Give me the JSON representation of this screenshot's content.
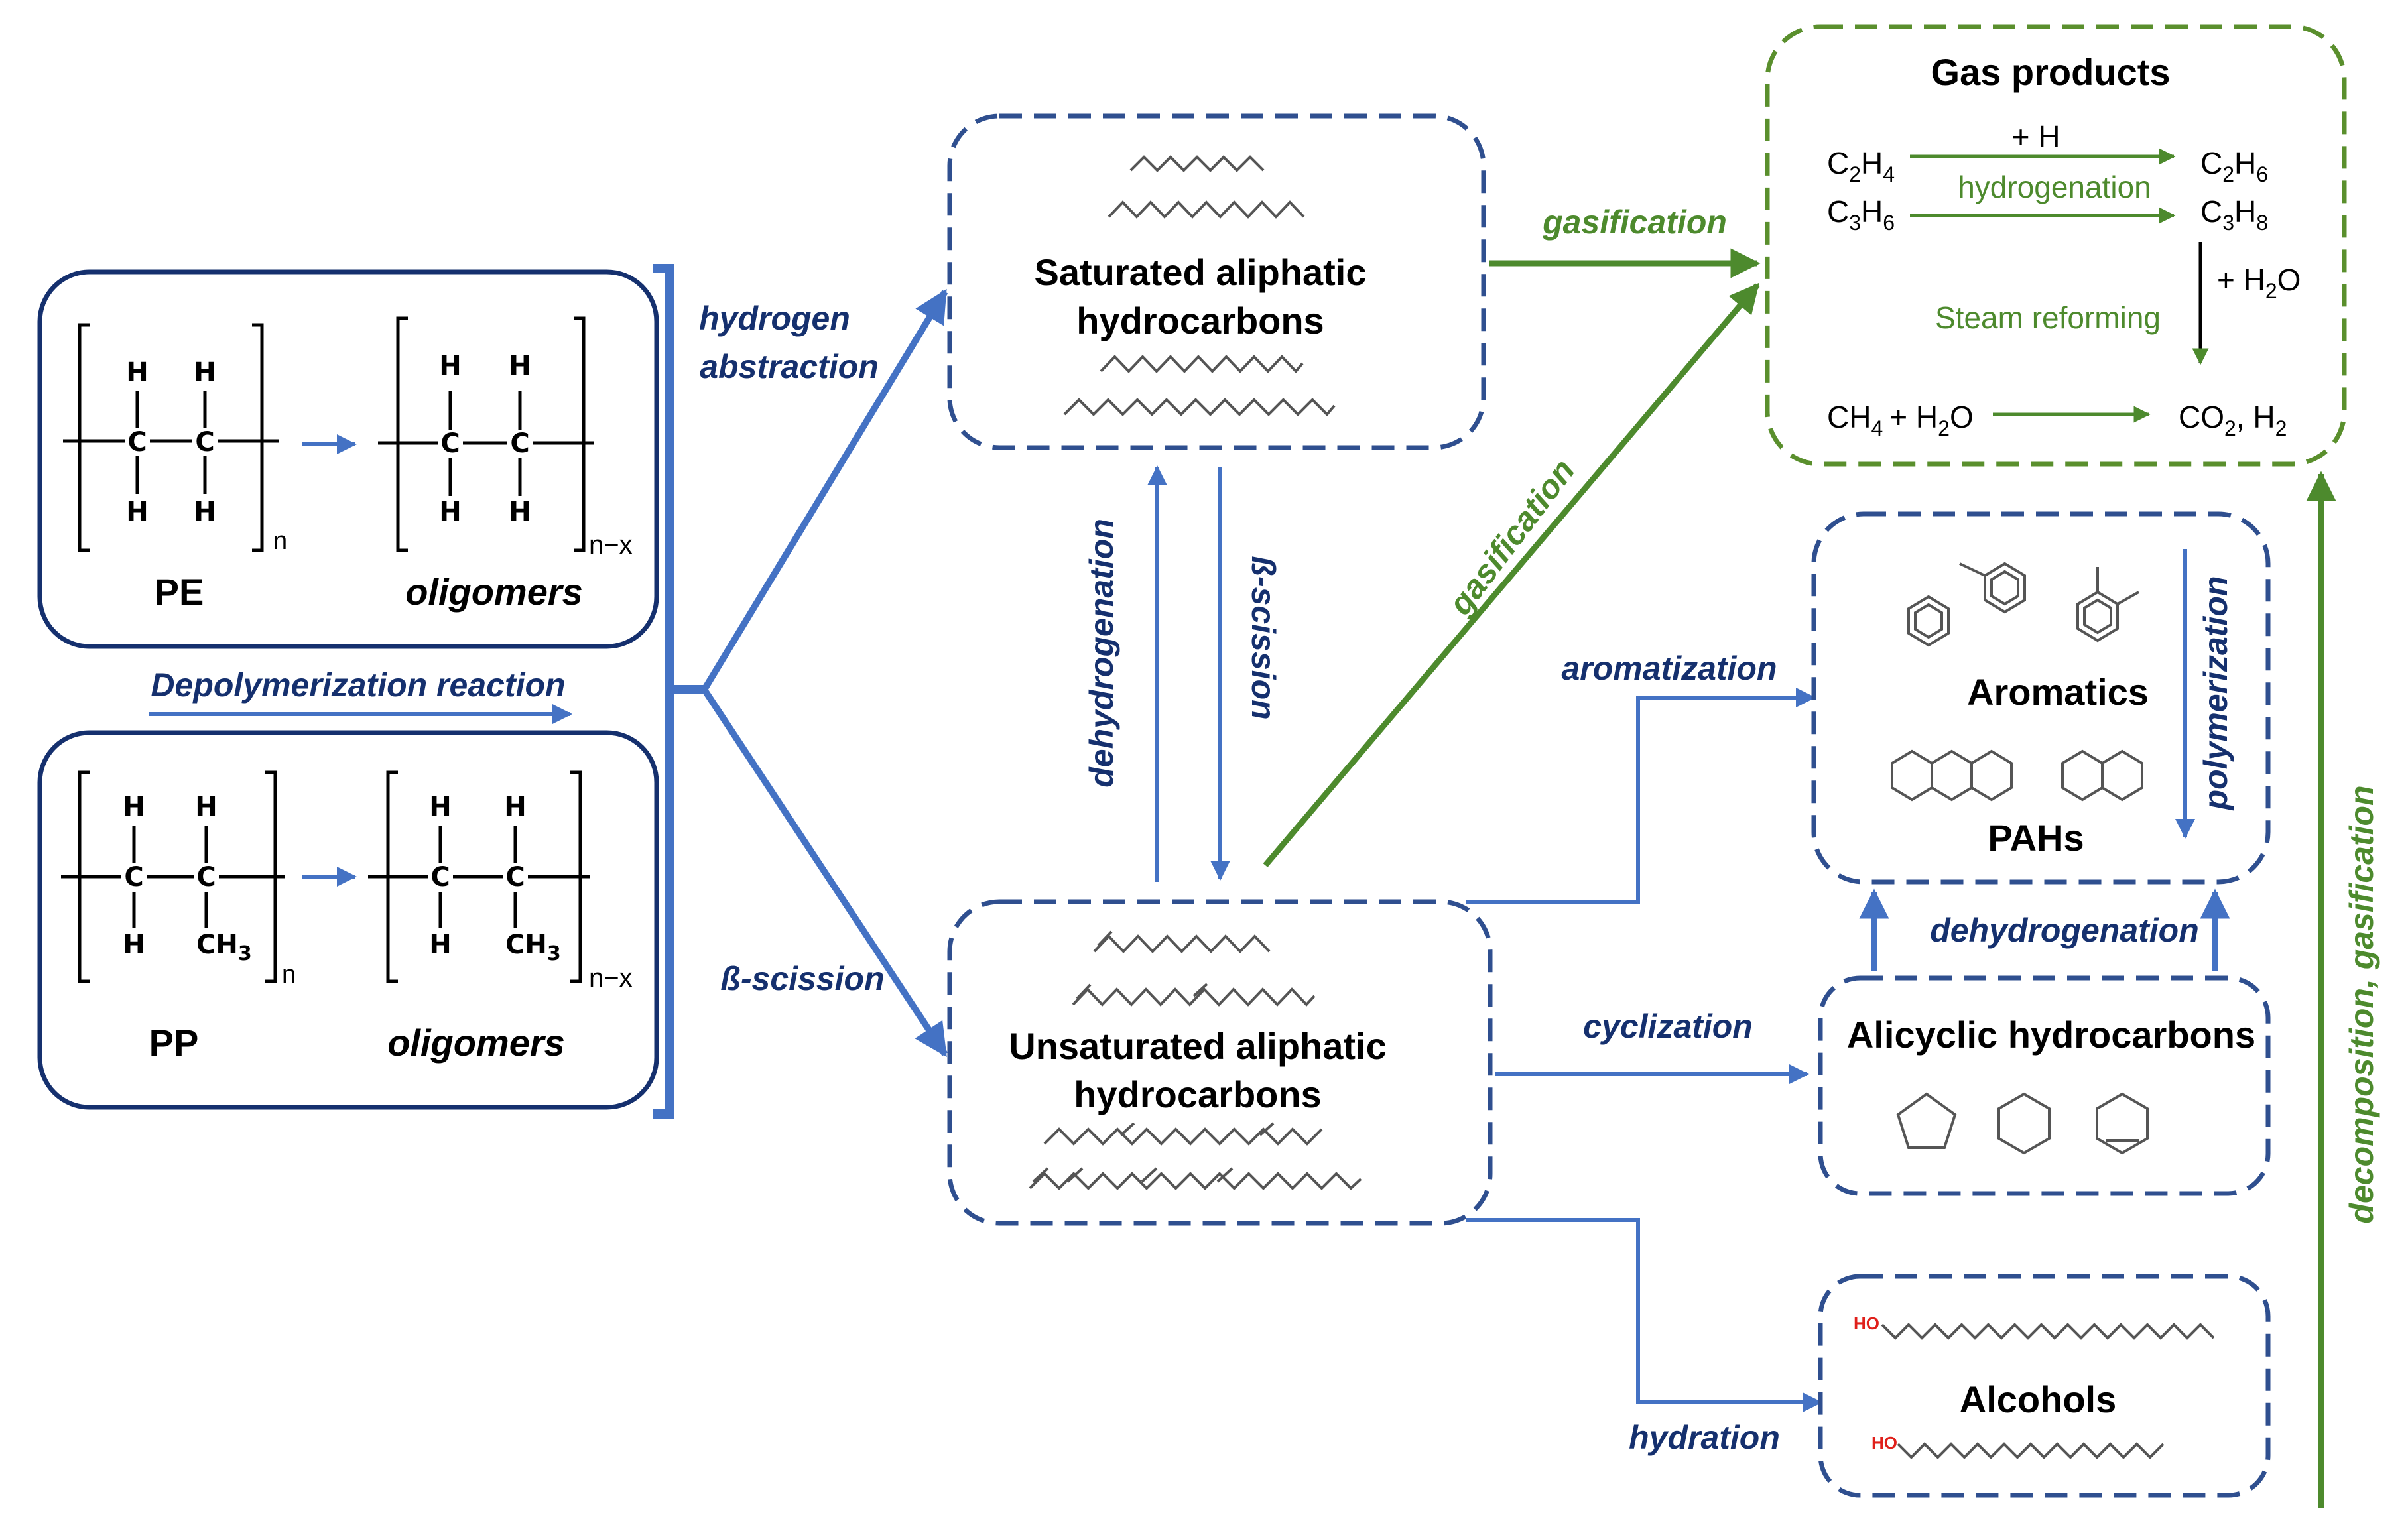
{
  "left_panel": {
    "pe_label": "PE",
    "pe_oligomers": "oligomers",
    "pp_label": "PP",
    "pp_oligomers": "oligomers",
    "repeat_n": "n",
    "repeat_nx": "n−x",
    "atom_h": "H",
    "atom_c": "C",
    "atom_ch3": "CH",
    "atom_ch3_sub": "3",
    "depolymerization": "Depolymerization reaction"
  },
  "pathway_labels": {
    "hydrogen_abstraction_1": "hydrogen",
    "hydrogen_abstraction_2": "abstraction",
    "beta_scission_left": "ß-scission",
    "dehydrogenation_vertical": "dehydrogenation",
    "beta_scission_vertical": "ß-scission",
    "gasification_top": "gasification",
    "gasification_diagonal": "gasification",
    "aromatization": "aromatization",
    "cyclization": "cyclization",
    "hydration": "hydration",
    "dehydrogenation_right": "dehydrogenation",
    "polymerization": "polymerization",
    "decomposition_gasification": "decomposition, gasification"
  },
  "boxes": {
    "saturated_1": "Saturated aliphatic",
    "saturated_2": "hydrocarbons",
    "unsaturated_1": "Unsaturated aliphatic",
    "unsaturated_2": "hydrocarbons",
    "gas_products": "Gas products",
    "aromatics": "Aromatics",
    "pahs": "PAHs",
    "alicyclic": "Alicyclic hydrocarbons",
    "alcohols": "Alcohols",
    "ho": "HO"
  },
  "gas": {
    "plus_h": "+ H",
    "hydrogenation": "hydrogenation",
    "plus_h2o": "+ H",
    "steam_reforming": "Steam reforming",
    "ch4_h2o": "+ H",
    "co2_h2": "CO",
    "c": "C",
    "h": "H",
    "o": "O",
    "sub2": "2",
    "sub3": "3",
    "sub4": "4",
    "sub6": "6",
    "sub8": "8",
    "comma_h": ", H"
  },
  "colors": {
    "navy": "#15306e",
    "blue_arrow": "#4472c4",
    "green": "#4d8a2d",
    "box_blue": "#2f4f8f",
    "box_green": "#5a8f2d",
    "ho_red": "#e0201b"
  }
}
